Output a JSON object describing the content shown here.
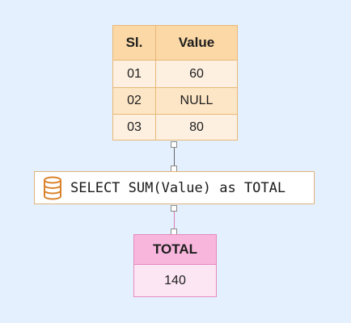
{
  "source_table": {
    "headers": [
      "Sl.",
      "Value"
    ],
    "rows": [
      [
        "01",
        "60"
      ],
      [
        "02",
        "NULL"
      ],
      [
        "03",
        "80"
      ]
    ]
  },
  "query": {
    "icon": "database-icon",
    "text": "SELECT SUM(Value) as TOTAL"
  },
  "result_table": {
    "header": "TOTAL",
    "value": "140"
  },
  "colors": {
    "background": "#e4f0fd",
    "source_header": "#fbd8a5",
    "source_row_light": "#fdf0e0",
    "source_row_dark": "#fde6c6",
    "query_border": "#e0b27a",
    "db_icon": "#d9822b",
    "result_header": "#f8b6dc",
    "result_row": "#fde6f3",
    "result_border": "#e58ac0"
  }
}
